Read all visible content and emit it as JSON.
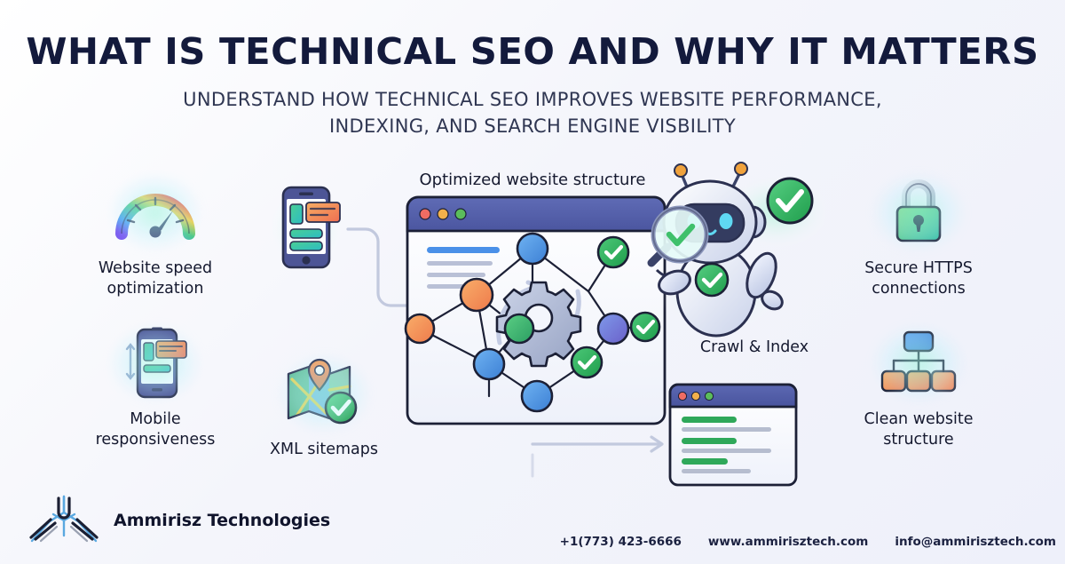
{
  "header": {
    "title": "WHAT IS TECHNICAL SEO AND WHY IT MATTERS",
    "subtitle_line1": "UNDERSTAND HOW TECHNICAL SEO IMPROVES WEBSITE PERFORMANCE,",
    "subtitle_line2": "INDEXING, AND SEARCH ENGINE VISBILITY"
  },
  "features": {
    "speed": {
      "label_line1": "Website speed",
      "label_line2": "optimization",
      "icon": "speedometer-icon"
    },
    "mobile": {
      "label_line1": "Mobile",
      "label_line2": "responsiveness",
      "icon": "mobile-phone-icon"
    },
    "sitemap": {
      "label_line1": "XML sitemaps",
      "label_line2": "",
      "icon": "map-pin-check-icon"
    },
    "https": {
      "label_line1": "Secure HTTPS",
      "label_line2": "connections",
      "icon": "padlock-icon"
    },
    "structure": {
      "label_line1": "Clean website",
      "label_line2": "structure",
      "icon": "hierarchy-tree-icon"
    }
  },
  "captions": {
    "optimized_structure": "Optimized website structure",
    "crawl_index": "Crawl & Index"
  },
  "diagram": {
    "browser_window": {
      "dots": [
        "#ef6c63",
        "#f2b04b",
        "#5bbd5b"
      ],
      "heading_bar_color": "#4a90e8",
      "text_line_color": "#b9c0d6"
    },
    "nodes": [
      {
        "id": "top",
        "color": "#4a90e8",
        "type": "plain"
      },
      {
        "id": "left-upper",
        "color": "#f08b46",
        "type": "plain"
      },
      {
        "id": "left-lower",
        "color": "#f08b46",
        "type": "plain"
      },
      {
        "id": "green-mid",
        "color": "#3aab6a",
        "type": "plain"
      },
      {
        "id": "blue-left",
        "color": "#4a90e8",
        "type": "plain"
      },
      {
        "id": "bottom",
        "color": "#4a90e8",
        "type": "plain"
      },
      {
        "id": "purple",
        "color": "#6f6fd0",
        "type": "plain"
      },
      {
        "id": "check-1",
        "color": "#2eaa55",
        "type": "check"
      },
      {
        "id": "check-2",
        "color": "#2eaa55",
        "type": "check"
      },
      {
        "id": "check-3",
        "color": "#2eaa55",
        "type": "check"
      }
    ],
    "gear_color": "#aab4d4",
    "results_window": {
      "title_bar_color": "#2fa85a",
      "text_line_color": "#b6bdcf",
      "rows": 3
    },
    "robot": {
      "antenna_tip_color": "#f0a23c",
      "body_color": "#e8ebf7",
      "visor_color": "#333a5e",
      "eye_color": "#5fd8f2",
      "badge_color": "#2eaa55"
    },
    "connector_color": "#c2c9de"
  },
  "footer": {
    "brand": "Ammirisz Technologies",
    "phone": "+1(773) 423-6666",
    "website": "www.ammirisztech.com",
    "email": "info@ammirisztech.com"
  },
  "colors": {
    "title": "#131a3c",
    "background": "#f2f4fb",
    "accent_green": "#2eaa55",
    "accent_blue": "#4a90e8",
    "accent_orange": "#f08b46"
  }
}
